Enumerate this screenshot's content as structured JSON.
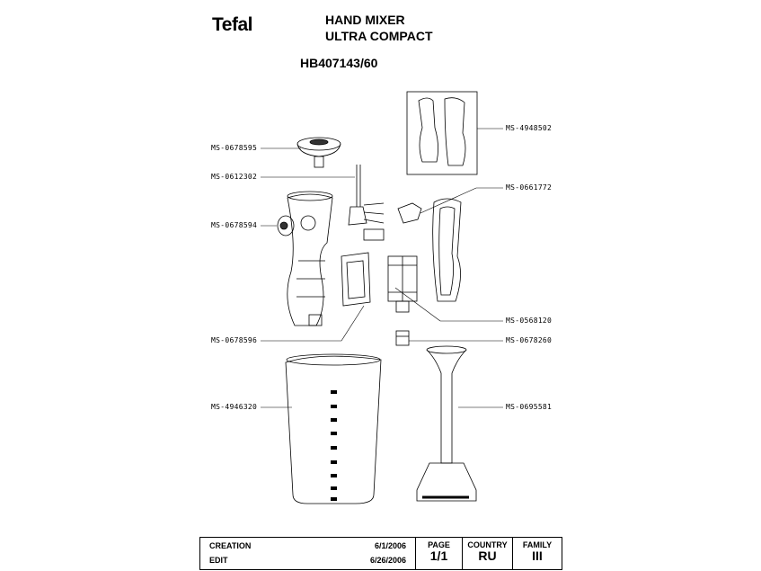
{
  "header": {
    "brand": "Tefal",
    "title_line1": "HAND MIXER",
    "title_line2": "ULTRA COMPACT",
    "model": "HB407143/60"
  },
  "parts_left": [
    "MS-0678595",
    "MS-0612302",
    "MS-0678594",
    "MS-0678596",
    "MS-4946320"
  ],
  "parts_right": [
    "MS-4948502",
    "MS-0661772",
    "MS-0568120",
    "MS-0678260",
    "MS-0695581"
  ],
  "footer": {
    "creation_label": "CREATION",
    "creation_date": "6/1/2006",
    "edit_label": "EDIT",
    "edit_date": "6/26/2006",
    "page_label": "PAGE",
    "page_value": "1/1",
    "country_label": "COUNTRY",
    "country_value": "RU",
    "family_label": "FAMILY",
    "family_value": "III"
  }
}
